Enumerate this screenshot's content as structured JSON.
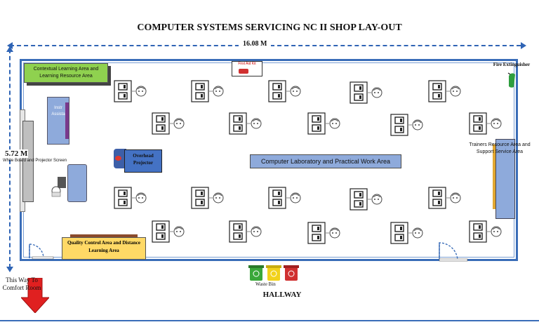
{
  "title": "COMPUTER SYSTEMS SERVICING NC II SHOP LAY-OUT",
  "dimensions": {
    "width": "16.08 M",
    "height": "5.72 M"
  },
  "areas": {
    "contextual": "Contextual Learning Area and Learning Resource Area",
    "lab": "Computer Laboratory and Practical Work Area",
    "quality": "Quality Control Area and Distance Learning Area",
    "projector": "Overhead Projector",
    "trainers": "Trainers Resource Area and Support Service Area",
    "whiteboard": "White Board and Projector Screen",
    "instructor": "Instr Assista"
  },
  "fixtures": {
    "first_aid": "First Aid Kit",
    "extinguisher": "Fire Extinguisher",
    "waste_bin": "Waste Bin",
    "hallway": "HALLWAY",
    "comfort_room": "This Way To Comfort Room"
  },
  "colors": {
    "wall": "#3a6db8",
    "green_area": "#8fd14f",
    "blue_area": "#8eaadb",
    "yellow_area": "#ffd966",
    "projector": "#4472c4",
    "bins": [
      "#3aa83a",
      "#f2d21b",
      "#d03030"
    ]
  },
  "workstations": {
    "rows": 4,
    "per_row": 5,
    "icon": "computer-workstation-icon"
  }
}
